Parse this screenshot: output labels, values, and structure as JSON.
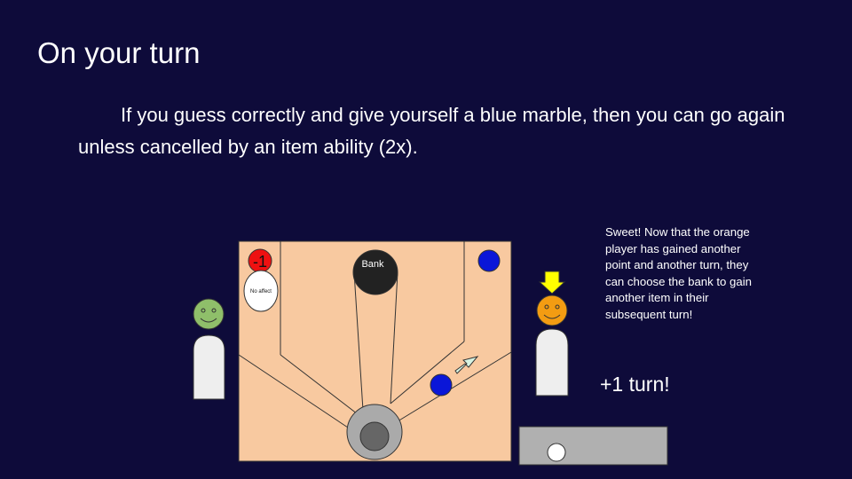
{
  "slide": {
    "title": "On your turn",
    "body": "If you guess correctly and give yourself a blue marble, then you can go again unless cancelled by an item ability (2x)."
  },
  "board": {
    "bank_label": "Bank",
    "minus_one_label": "-1",
    "no_affect_label": "No affect"
  },
  "caption": "Sweet! Now that the orange player has gained another point and another turn, they can choose the bank to gain another item in their subsequent turn!",
  "turn_label": "+1 turn!",
  "colors": {
    "background": "#0e0b3a",
    "board": "#f8c9a0",
    "blue_marble": "#0a16d8",
    "red_marble": "#ee1111",
    "orange_player": "#f39c12",
    "green_player": "#8fbf6a",
    "arrow_highlight": "#ffff00",
    "tray": "#b0b0b0"
  }
}
